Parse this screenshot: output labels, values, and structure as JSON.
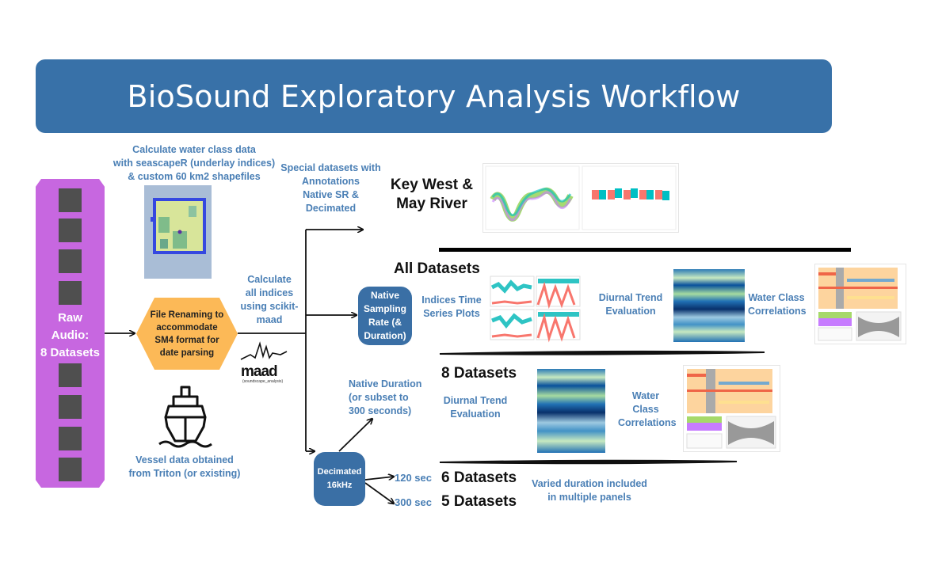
{
  "title": "BioSound Exploratory Analysis Workflow",
  "raw_audio": {
    "lines": [
      "Raw",
      "Audio:",
      "8 Datasets"
    ]
  },
  "water_class": {
    "lines": [
      "Calculate water class data",
      "with seascapeR (underlay indices)",
      "& custom 60 km2 shapefiles"
    ]
  },
  "file_renaming": {
    "lines": [
      "File Renaming to",
      "accommodate",
      "SM4 format for",
      "date parsing"
    ]
  },
  "indices_calc": {
    "lines": [
      "Calculate",
      "all indices",
      "using scikit-",
      "maad"
    ]
  },
  "maad_logo": {
    "name": "maad",
    "subtitle": "(soundscape_analysis)"
  },
  "vessel": {
    "lines": [
      "Vessel data obtained",
      "from Triton (or existing)"
    ]
  },
  "special": {
    "lines": [
      "Special datasets with",
      "Annotations",
      "Native SR &",
      "Decimated"
    ]
  },
  "key_west": {
    "lines": [
      "Key West &",
      "May River"
    ]
  },
  "all_datasets": {
    "heading": "All Datasets"
  },
  "native_sr_box": {
    "lines": [
      "Native",
      "Sampling",
      "Rate (&",
      "Duration)"
    ]
  },
  "indices_ts": {
    "lines": [
      "Indices Time",
      "Series Plots"
    ]
  },
  "diurnal_1": {
    "lines": [
      "Diurnal Trend",
      "Evaluation"
    ]
  },
  "water_corr_1": {
    "lines": [
      "Water Class",
      "Correlations"
    ]
  },
  "native_duration": {
    "lines": [
      "Native Duration",
      "(or subset to",
      "300 seconds)"
    ]
  },
  "eight_datasets": {
    "heading": "8 Datasets"
  },
  "diurnal_2": {
    "lines": [
      "Diurnal Trend",
      "Evaluation"
    ]
  },
  "water_corr_2": {
    "lines": [
      "Water Class",
      "Correlations"
    ]
  },
  "decimated_box": {
    "lines": [
      "Decimated",
      "16kHz"
    ]
  },
  "sec120": {
    "label": "120 sec",
    "heading": "6 Datasets"
  },
  "sec300": {
    "label": "300 sec",
    "heading": "5 Datasets"
  },
  "varied": {
    "lines": [
      "Varied duration included",
      "in multiple  panels"
    ]
  },
  "colors": {
    "title_bg": "#3871a8",
    "film": "#c767e0",
    "hex": "#fcb957",
    "blue_text": "#4a7fb5",
    "box": "#3a6fa5"
  }
}
